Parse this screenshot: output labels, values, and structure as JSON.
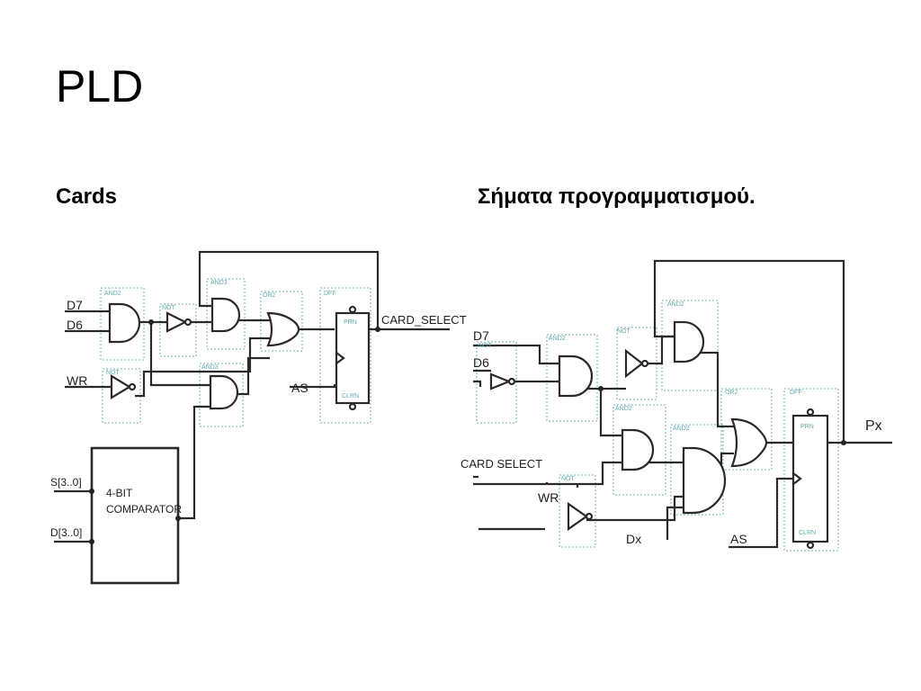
{
  "slide": {
    "title": "PLD",
    "left_heading": "Cards",
    "right_heading": "Σήματα προγραμματισμού."
  },
  "left_diagram": {
    "inputs": {
      "d7": "D7",
      "d6": "D6",
      "wr": "WR",
      "s": "S[3..0]",
      "d": "D[3..0]",
      "as": "AS"
    },
    "output": "CARD_SELECT",
    "comparator": {
      "line1": "4-BIT",
      "line2": "COMPARATOR"
    }
  },
  "right_diagram": {
    "inputs": {
      "d7": "D7",
      "d6": "D6",
      "card_select": "CARD SELECT",
      "wr": "WR",
      "dx": "Dx",
      "as": "AS"
    },
    "output": "Px"
  }
}
